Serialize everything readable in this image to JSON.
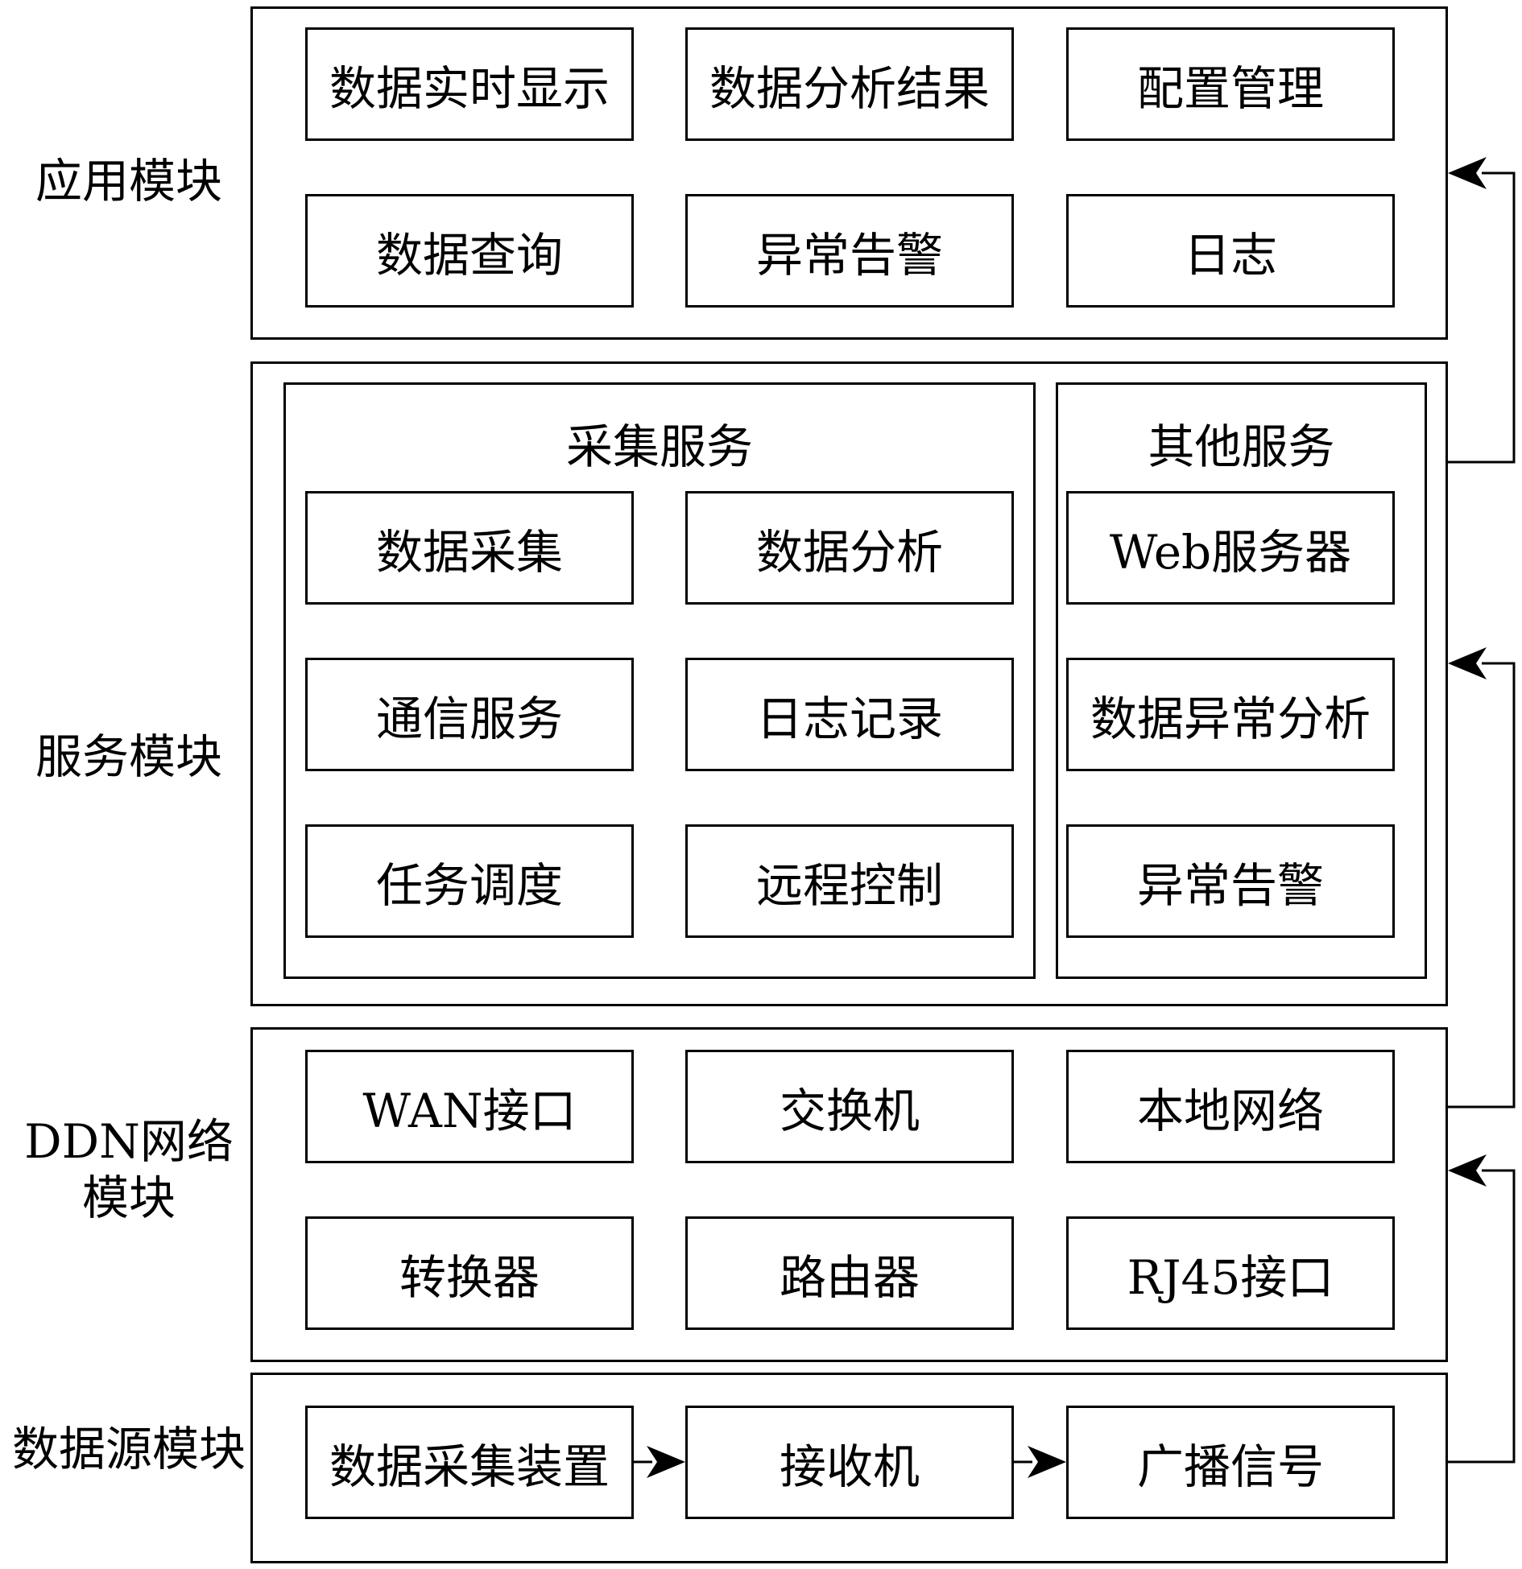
{
  "modules": {
    "application": {
      "label": "应用模块",
      "items": [
        "数据实时显示",
        "数据分析结果",
        "配置管理",
        "数据查询",
        "异常告警",
        "日志"
      ]
    },
    "service": {
      "label": "服务模块",
      "collection": {
        "title": "采集服务",
        "items": [
          "数据采集",
          "数据分析",
          "通信服务",
          "日志记录",
          "任务调度",
          "远程控制"
        ]
      },
      "other": {
        "title": "其他服务",
        "items": [
          "Web服务器",
          "数据异常分析",
          "异常告警"
        ]
      }
    },
    "ddn": {
      "label_line1": "DDN网络",
      "label_line2": "模块",
      "items": [
        "WAN接口",
        "交换机",
        "本地网络",
        "转换器",
        "路由器",
        "RJ45接口"
      ]
    },
    "datasource": {
      "label": "数据源模块",
      "items": [
        "数据采集装置",
        "接收机",
        "广播信号"
      ]
    }
  }
}
